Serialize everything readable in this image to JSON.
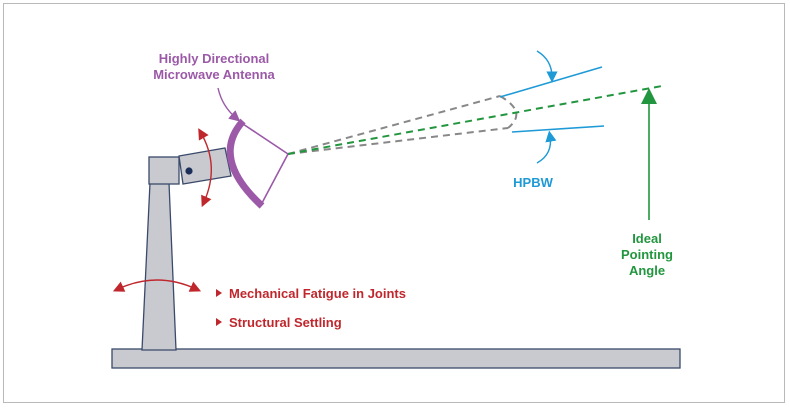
{
  "labels": {
    "antenna_line1": "Highly Directional",
    "antenna_line2": "Microwave Antenna",
    "hpbw": "HPBW",
    "ideal_line1": "Ideal",
    "ideal_line2": "Pointing",
    "ideal_line3": "Angle",
    "bullet1": "Mechanical Fatigue in Joints",
    "bullet2": "Structural Settling"
  },
  "colors": {
    "antenna": "#9b59a8",
    "hpbw": "#1e9ad6",
    "ideal": "#22963e",
    "bullets": "#c0272d",
    "structure_fill": "#c8cad0",
    "structure_stroke": "#3a4a6b",
    "beam_dashed": "#888888"
  }
}
